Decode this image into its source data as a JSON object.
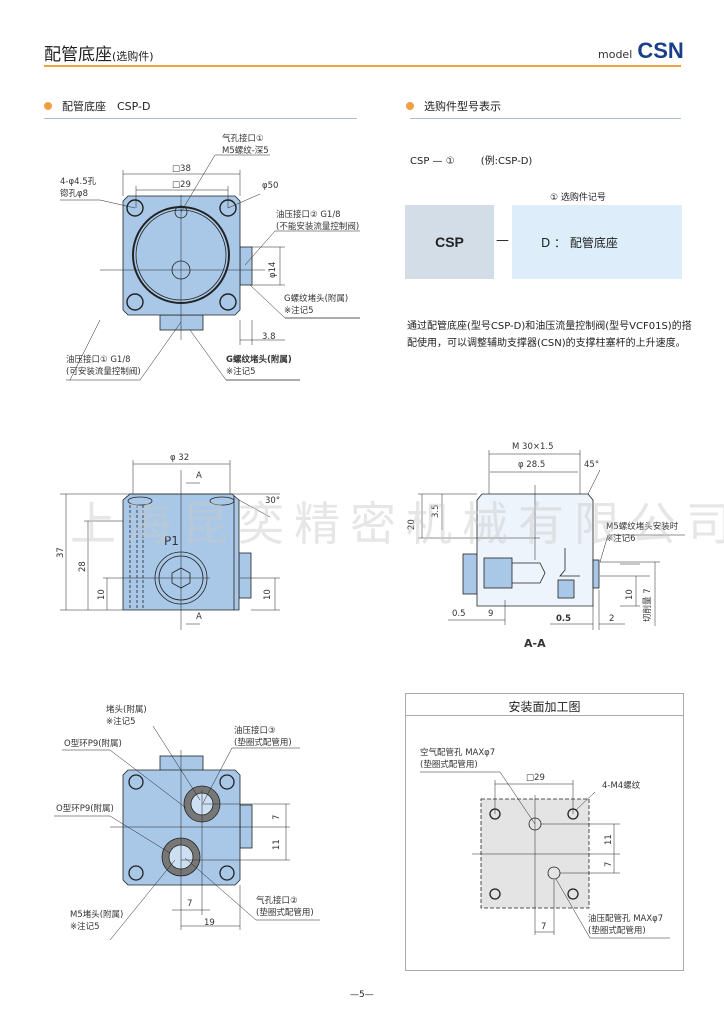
{
  "header": {
    "title": "配管底座",
    "title_suffix": "(选购件)",
    "model_prefix": "model",
    "model": "CSN"
  },
  "left_section": {
    "title": "配管底座　CSP-D"
  },
  "right_section": {
    "title": "选购件型号表示"
  },
  "model_code": {
    "formula": "CSP — ①",
    "example": "(例:CSP-D)",
    "option_caption": "① 选购件记号",
    "base": "CSP",
    "dash": "—",
    "option": "D ： 配管底座"
  },
  "description": "通过配管底座(型号CSP-D)和油压流量控制阀(型号VCF01S)的搭配使用，可以调整辅助支撑器(CSN)的支撑柱塞杆的上升速度。",
  "top_view": {
    "labels": [
      "气孔接口①",
      "M5螺纹-深5",
      "□38",
      "□29",
      "4-φ4.5孔",
      "锪孔φ8",
      "φ50",
      "油压接口② G1/8",
      "(不能安装流量控制阀)",
      "φ14",
      "G螺纹堵头(附属)",
      "※注记5",
      "3.8",
      "油压接口① G1/8",
      "(可安装流量控制阀)",
      "G螺纹堵头(附属)",
      "※注记5"
    ]
  },
  "front_view": {
    "labels": [
      "φ 32",
      "A",
      "A",
      "37",
      "28",
      "10",
      "10",
      "30°",
      "P1"
    ]
  },
  "section_view": {
    "labels": [
      "M 30×1.5",
      "φ 28.5",
      "45°",
      "20",
      "3.5",
      "M5螺纹堵头安装时",
      "※注记6",
      "10",
      "切削量 7",
      "0.5",
      "9",
      "0.5",
      "2",
      "A-A"
    ]
  },
  "bottom_view": {
    "labels": [
      "堵头(附属)",
      "※注记5",
      "油压接口③",
      "(垫圈式配管用)",
      "O型环P9(附属)",
      "O型环P9(附属)",
      "7",
      "11",
      "7",
      "19",
      "M5堵头(附属)",
      "※注记5",
      "气孔接口②",
      "(垫圈式配管用)"
    ]
  },
  "mounting": {
    "title": "安装面加工图",
    "labels": [
      "空气配管孔 MAXφ7",
      "(垫圈式配管用)",
      "□29",
      "4-M4螺纹",
      "11",
      "7",
      "7",
      "油压配管孔 MAXφ7",
      "(垫圈式配管用)"
    ]
  },
  "watermark": "上海昆奕精密机械有限公司",
  "footer": {
    "page": "—5—"
  },
  "colors": {
    "accent": "#f0a040",
    "brand": "#1a3f8a",
    "part_fill": "#a9c8e8"
  }
}
